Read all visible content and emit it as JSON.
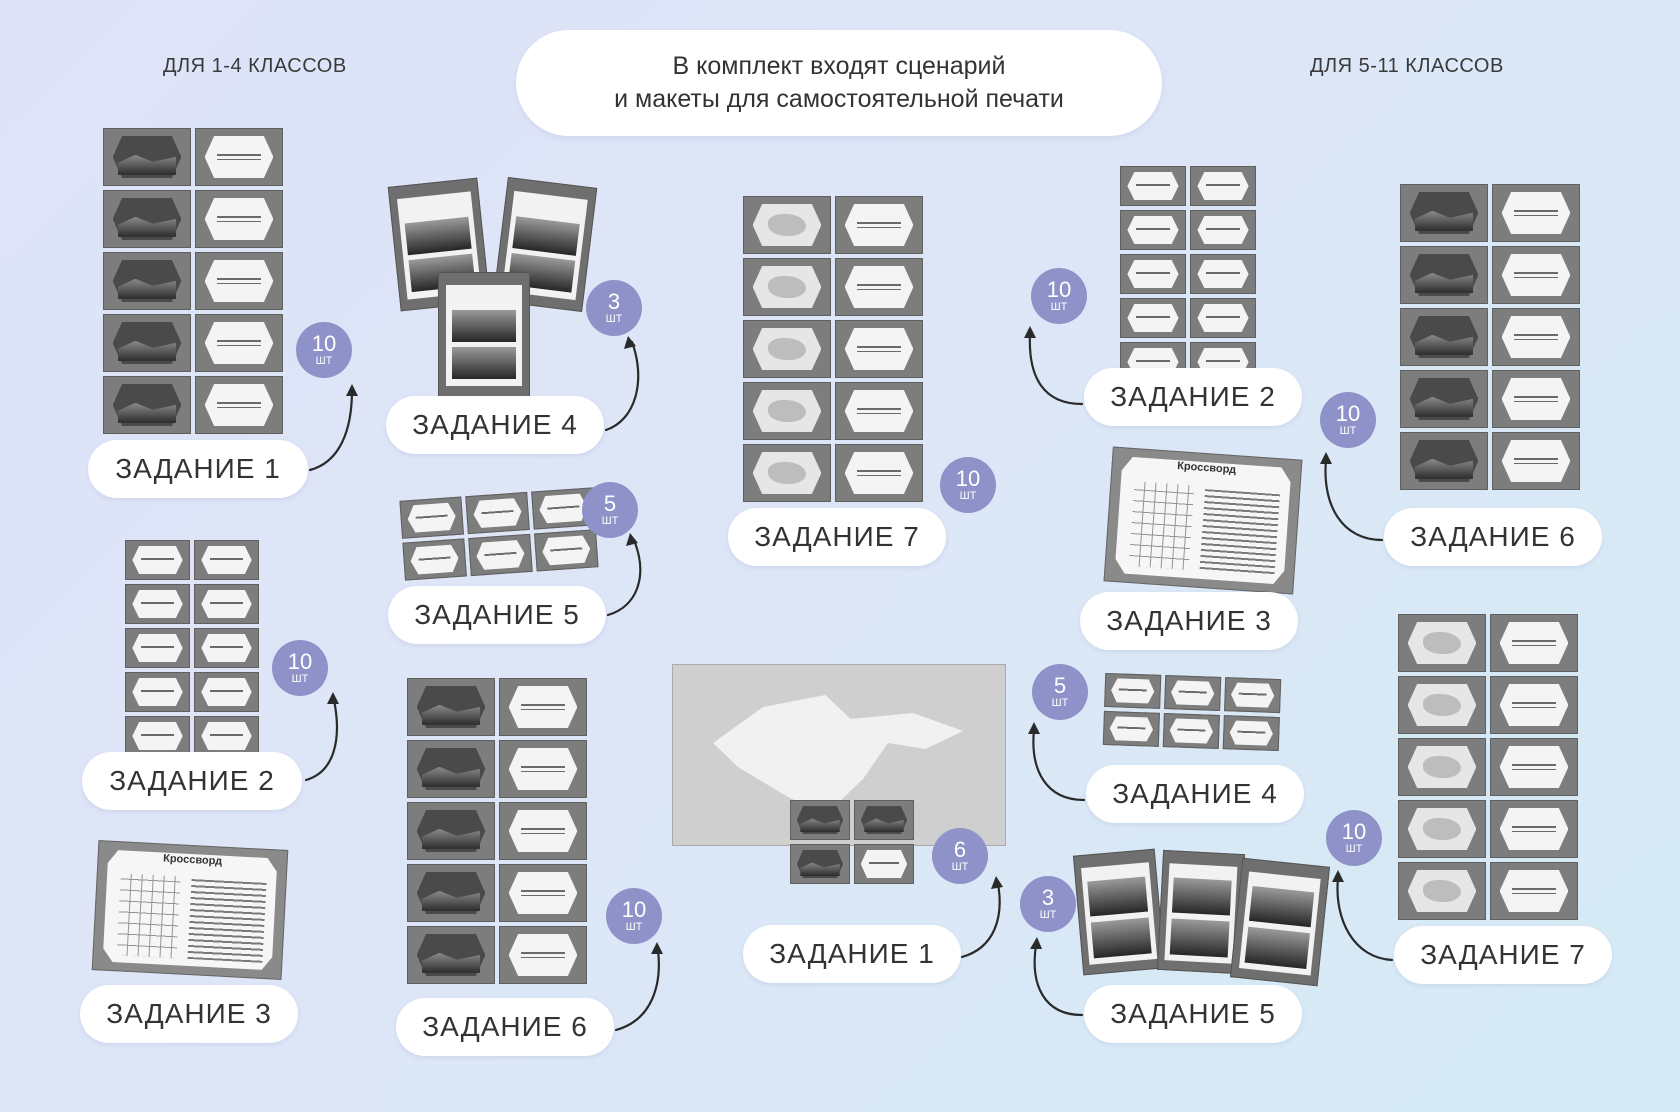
{
  "header": {
    "left_grade": "ДЛЯ 1-4 КЛАССОВ",
    "right_grade": "ДЛЯ 5-11 КЛАССОВ",
    "title_line1": "В комплект входят сценарий",
    "title_line2": "и макеты для самостоятельной печати"
  },
  "unit": "ШТ",
  "left": {
    "t1": {
      "label": "ЗАДАНИЕ 1",
      "count": "10"
    },
    "t2": {
      "label": "ЗАДАНИЕ 2",
      "count": "10"
    },
    "t3": {
      "label": "ЗАДАНИЕ 3"
    },
    "t4": {
      "label": "ЗАДАНИЕ 4",
      "count": "3"
    },
    "t5": {
      "label": "ЗАДАНИЕ 5",
      "count": "5"
    },
    "t6": {
      "label": "ЗАДАНИЕ 6",
      "count": "10"
    },
    "t7": {
      "label": "ЗАДАНИЕ 7",
      "count": "10"
    }
  },
  "right": {
    "t1": {
      "label": "ЗАДАНИЕ 1",
      "count": "6"
    },
    "t2": {
      "label": "ЗАДАНИЕ 2",
      "count": "10"
    },
    "t3": {
      "label": "ЗАДАНИЕ 3"
    },
    "t4": {
      "label": "ЗАДАНИЕ 4",
      "count": "5"
    },
    "t5": {
      "label": "ЗАДАНИЕ 5",
      "count": "3"
    },
    "t6": {
      "label": "ЗАДАНИЕ 6",
      "count": "10"
    },
    "t7": {
      "label": "ЗАДАНИЕ 7",
      "count": "10"
    }
  },
  "crossword_title": "Кроссворд"
}
